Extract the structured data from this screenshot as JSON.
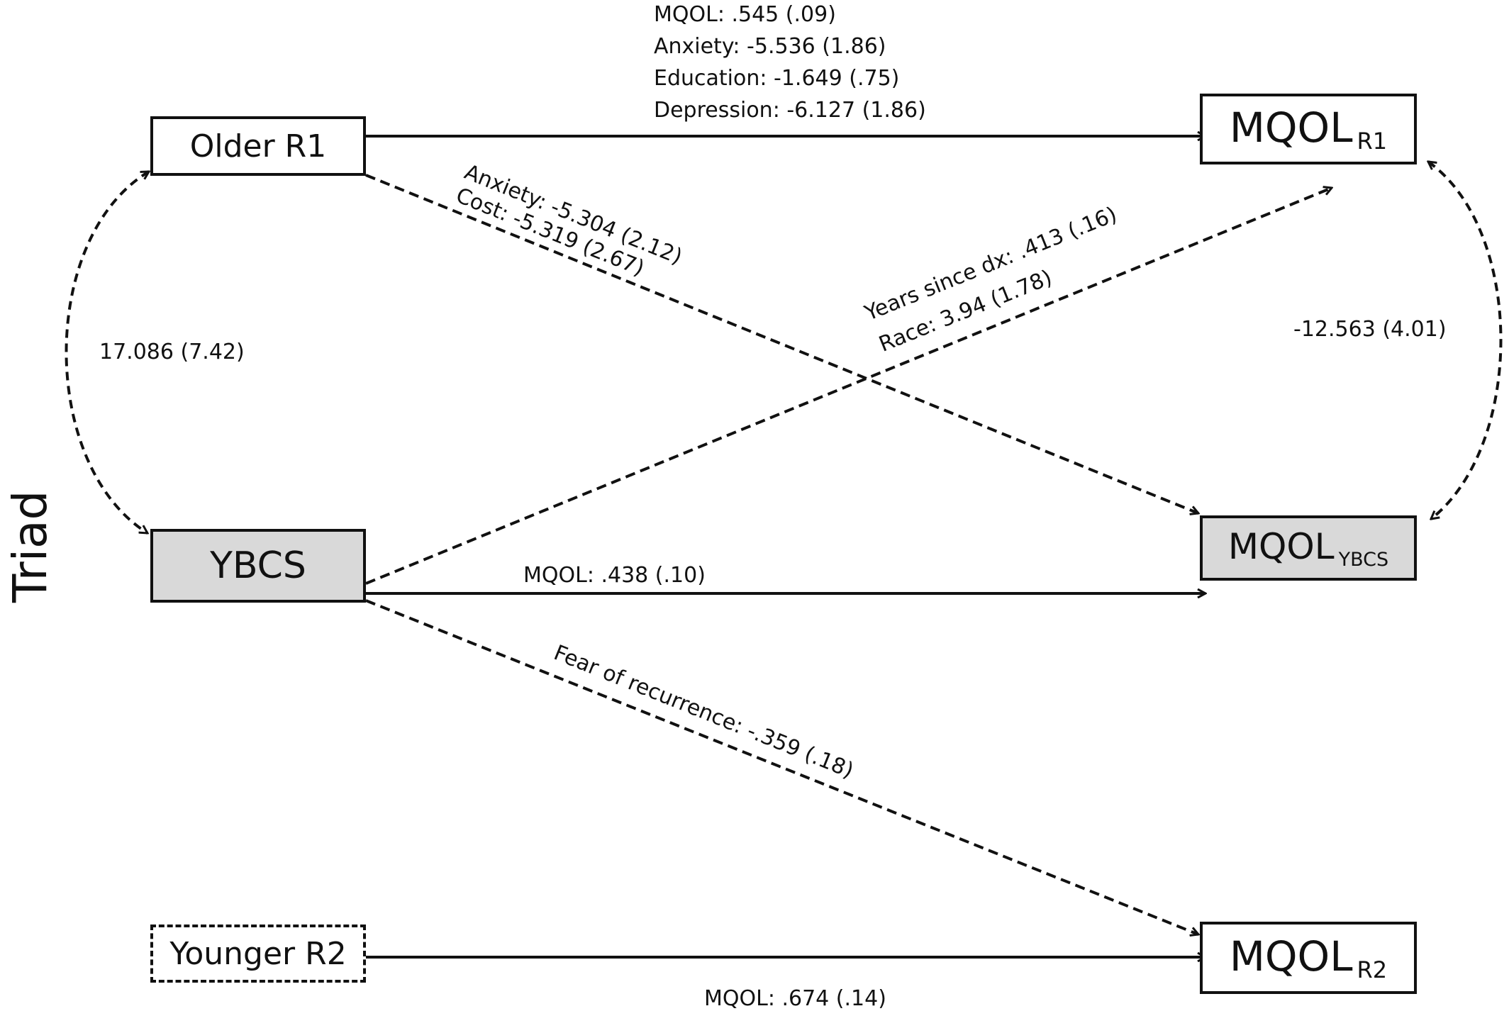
{
  "nodes": {
    "older_r1": {
      "label": "Older R1",
      "sub": ""
    },
    "ybcs": {
      "label": "YBCS",
      "sub": ""
    },
    "younger_r2": {
      "label": "Younger R2",
      "sub": ""
    },
    "mqol_r1": {
      "label": "MQOL",
      "sub": "R1"
    },
    "mqol_ybcs": {
      "label": "MQOL",
      "sub": "YBCS"
    },
    "mqol_r2": {
      "label": "MQOL",
      "sub": "R2"
    }
  },
  "side_label": "Triad",
  "paths": {
    "older_to_mqol_r1": [
      "MQOL: .545 (.09)",
      "Anxiety: -5.536 (1.86)",
      "Education: -1.649 (.75)",
      "Depression: -6.127 (1.86)"
    ],
    "older_to_mqol_ybcs": [
      "Anxiety: -5.304 (2.12)",
      "Cost: -5.319 (2.67)"
    ],
    "ybcs_to_mqol_r1": [
      "Years since dx: .413 (.16)",
      "Race: 3.94 (1.78)"
    ],
    "ybcs_to_mqol_ybcs": [
      "MQOL: .438 (.10)"
    ],
    "ybcs_to_mqol_r2": [
      "Fear of recurrence: -.359 (.18)"
    ],
    "younger_to_mqol_r2": [
      "MQOL: .674 (.14)"
    ]
  },
  "covariances": {
    "left": "17.086 (7.42)",
    "right": "-12.563 (4.01)"
  }
}
